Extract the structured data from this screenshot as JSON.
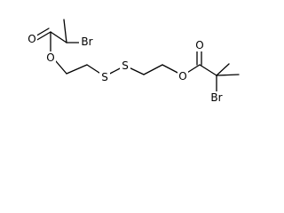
{
  "molecule": {
    "atoms": {
      "o_carbonyl_left": "O",
      "o_ester_left": "O",
      "br_left": "Br",
      "s_left": "S",
      "s_right": "S",
      "o_ester_right": "O",
      "o_carbonyl_right": "O",
      "br_right": "Br"
    }
  }
}
